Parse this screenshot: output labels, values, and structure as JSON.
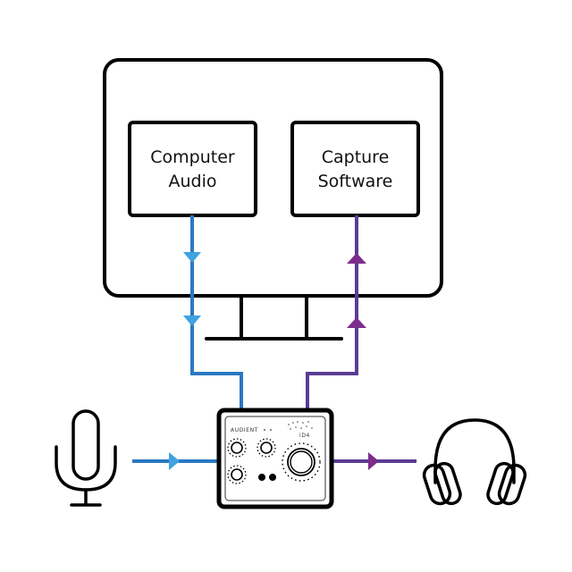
{
  "diagram": {
    "title": "",
    "monitor": {
      "boxes": [
        {
          "id": "computer-audio",
          "lines": [
            "Computer",
            "Audio"
          ]
        },
        {
          "id": "capture-software",
          "lines": [
            "Capture",
            "Software"
          ]
        }
      ]
    },
    "interface": {
      "brand": "AUDIENT",
      "model": "iD4"
    },
    "devices": {
      "input": "microphone-icon",
      "output": "headphones-icon"
    },
    "signals": [
      {
        "from": "microphone",
        "to": "interface",
        "color": "#2a78c2",
        "direction": "right"
      },
      {
        "from": "computer-audio",
        "to": "interface",
        "color": "#2a78c2",
        "arrow_color": "#3ea3e0",
        "direction": "down"
      },
      {
        "from": "interface",
        "to": "capture-software",
        "color": "#5b3c92",
        "arrow_color": "#7c2d8c",
        "direction": "up"
      },
      {
        "from": "interface",
        "to": "headphones",
        "color": "#5b3c92",
        "arrow_color": "#7c2d8c",
        "direction": "right"
      }
    ],
    "colors": {
      "stroke": "#000000",
      "blue_line": "#2a78c2",
      "blue_arrow": "#3ea3e0",
      "purple_line": "#5b3c92",
      "purple_arrow": "#7c2d8c"
    }
  }
}
